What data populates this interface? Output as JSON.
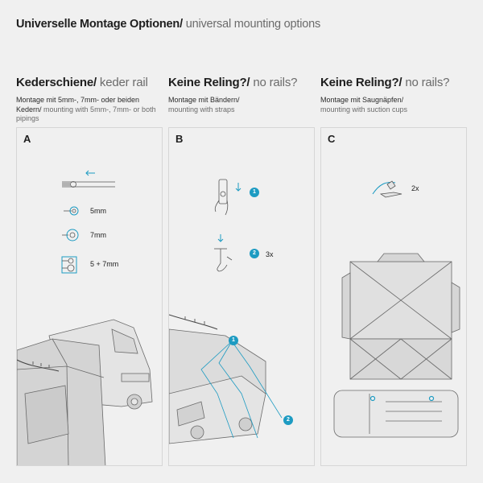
{
  "header": {
    "title_main": "Universelle Montage Optionen/",
    "title_sub": " universal mounting options"
  },
  "columns": [
    {
      "heading_main": "Kederschiene/",
      "heading_sub": " keder rail",
      "desc_main": "Montage mit 5mm-, 7mm- oder beiden Kedern/",
      "desc_sub": " mounting with 5mm-, 7mm- or both pipings",
      "letter": "A",
      "options": [
        "5mm",
        "7mm",
        "5 + 7mm"
      ]
    },
    {
      "heading_main": "Keine Reling?/",
      "heading_sub": " no rails?",
      "desc_main": "Montage mit Bändern/",
      "desc_sub": "mounting with straps",
      "letter": "B",
      "badge1": "1",
      "badge2": "2",
      "qty": "3x"
    },
    {
      "heading_main": "Keine Reling?/",
      "heading_sub": " no rails?",
      "desc_main": "Montage mit Saugnäpfen/",
      "desc_sub": "mounting with suction cups",
      "letter": "C",
      "qty": "2x"
    }
  ],
  "colors": {
    "accent": "#1d9bc2",
    "line": "#555555",
    "panel_border": "#d6d6d6"
  }
}
